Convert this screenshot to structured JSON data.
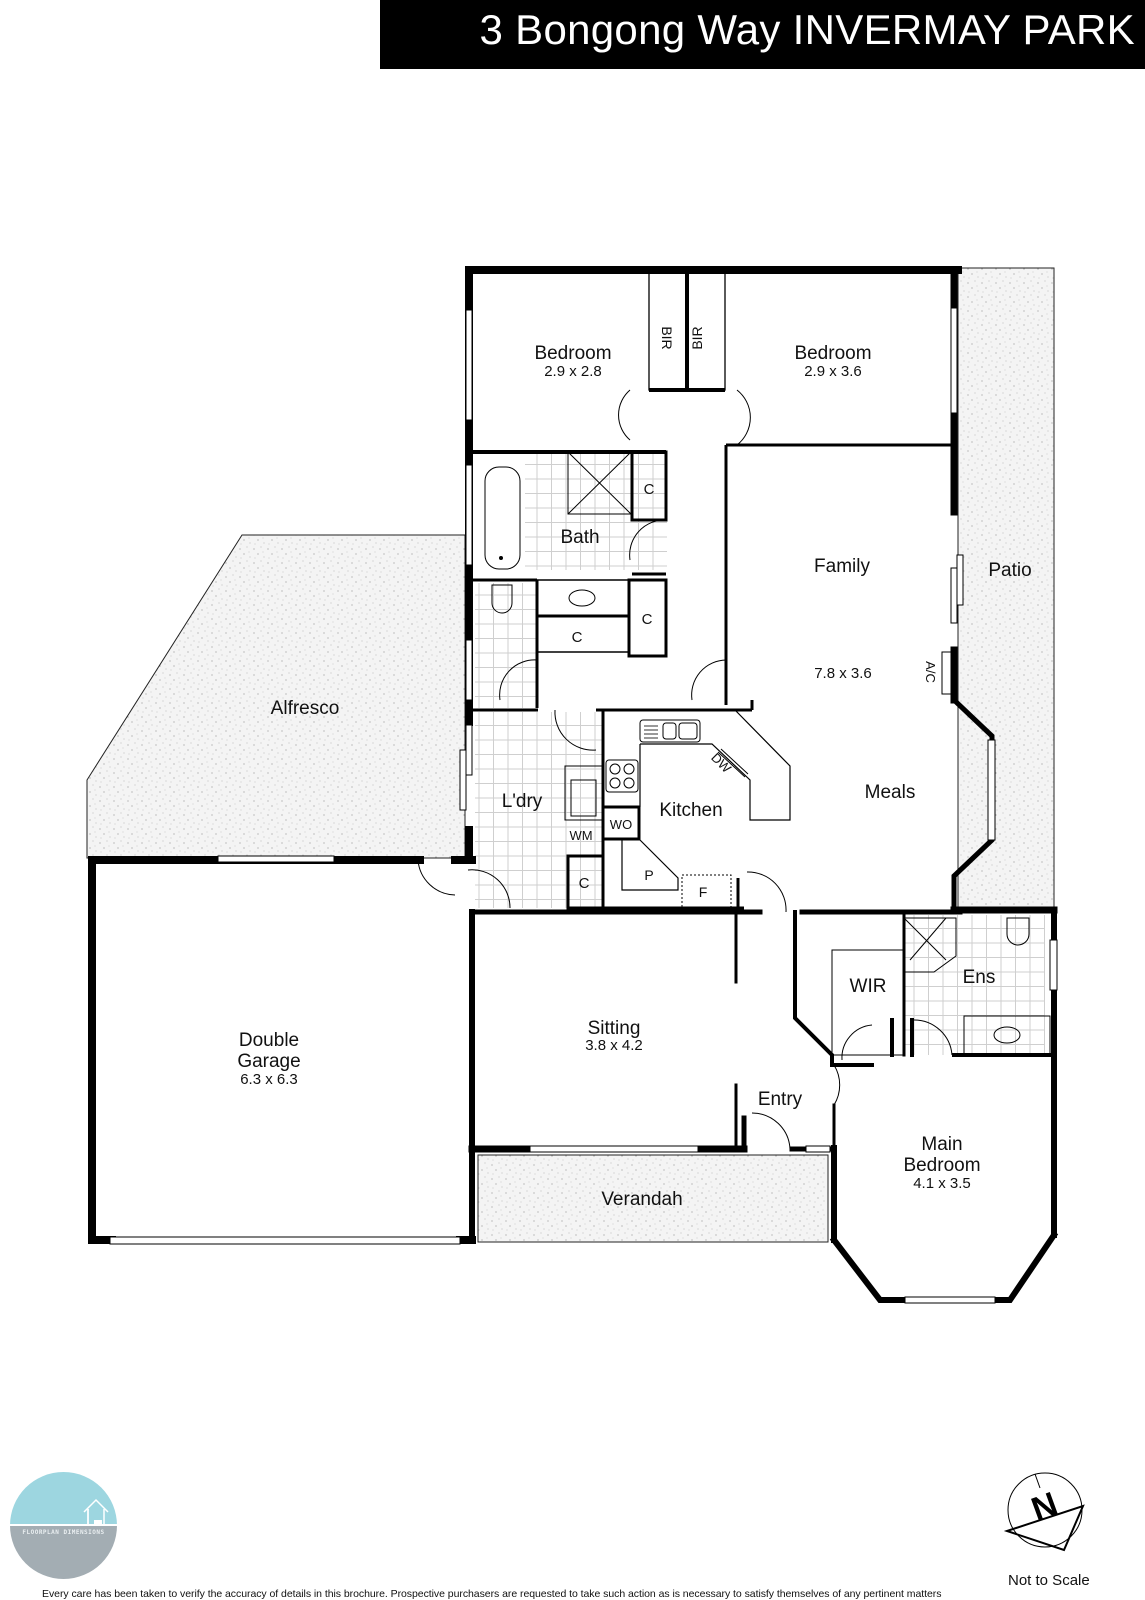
{
  "header": {
    "title": "3 Bongong Way INVERMAY PARK"
  },
  "rooms": {
    "bedroom1": {
      "name": "Bedroom",
      "size": "2.9 x 2.8"
    },
    "bedroom2": {
      "name": "Bedroom",
      "size": "2.9 x 3.6"
    },
    "bir1": "BIR",
    "bir2": "BIR",
    "bath": {
      "name": "Bath"
    },
    "cupboard_bath": "C",
    "cupboard_hall1": "C",
    "cupboard_hall2": "C",
    "family": {
      "name": "Family",
      "size": "7.8 x 3.6"
    },
    "patio": {
      "name": "Patio"
    },
    "ac": "A/C",
    "alfresco": {
      "name": "Alfresco"
    },
    "laundry": {
      "name": "L'dry"
    },
    "wm": "WM",
    "wo": "WO",
    "cupboard_laundry": "C",
    "kitchen": {
      "name": "Kitchen"
    },
    "dw": "DW",
    "pantry": "P",
    "fridge": "F",
    "meals": {
      "name": "Meals"
    },
    "double_garage": {
      "name_line1": "Double",
      "name_line2": "Garage",
      "size": "6.3 x 6.3"
    },
    "sitting": {
      "name": "Sitting",
      "size": "3.8 x 4.2"
    },
    "entry": {
      "name": "Entry"
    },
    "wir": {
      "name": "WIR"
    },
    "ensuite": {
      "name": "Ens"
    },
    "main_bedroom": {
      "name_line1": "Main",
      "name_line2": "Bedroom",
      "size": "4.1 x 3.5"
    },
    "verandah": {
      "name": "Verandah"
    }
  },
  "logo": {
    "text": "FLOORPLAN DIMENSIONS",
    "colors": {
      "top": "#9dd6e0",
      "bottom": "#a3adb3"
    }
  },
  "compass": {
    "letter": "N"
  },
  "footer": {
    "scale_note": "Not to Scale",
    "disclaimer": "Every care has been taken to verify the accuracy of details in this brochure. Prospective purchasers are requested to take such action as is necessary to satisfy themselves of any pertinent matters"
  }
}
